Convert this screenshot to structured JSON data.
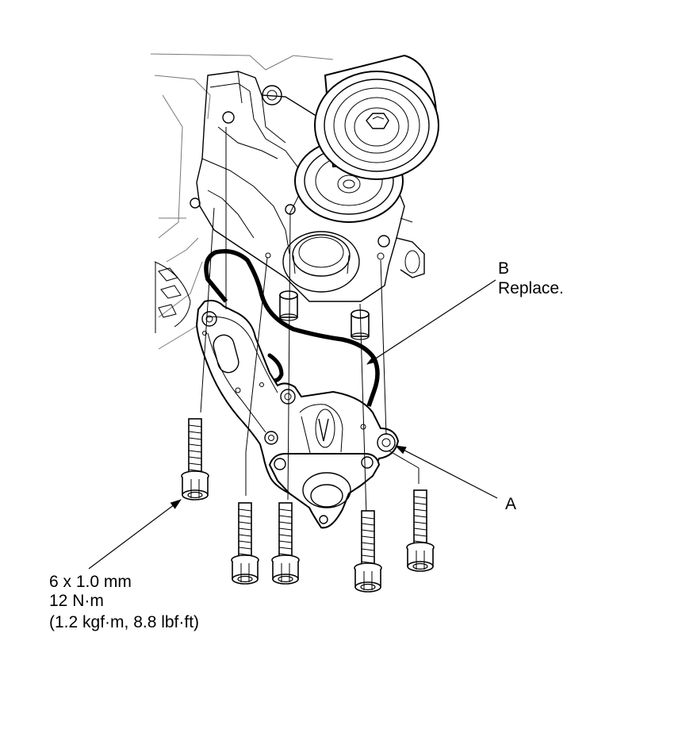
{
  "labels": {
    "b_letter": "B",
    "b_note": "Replace.",
    "a_letter": "A",
    "spec_line1": "6 x 1.0 mm",
    "spec_line2": "12 N·m",
    "spec_line3": "(1.2 kgf·m, 8.8 lbf·ft)"
  }
}
